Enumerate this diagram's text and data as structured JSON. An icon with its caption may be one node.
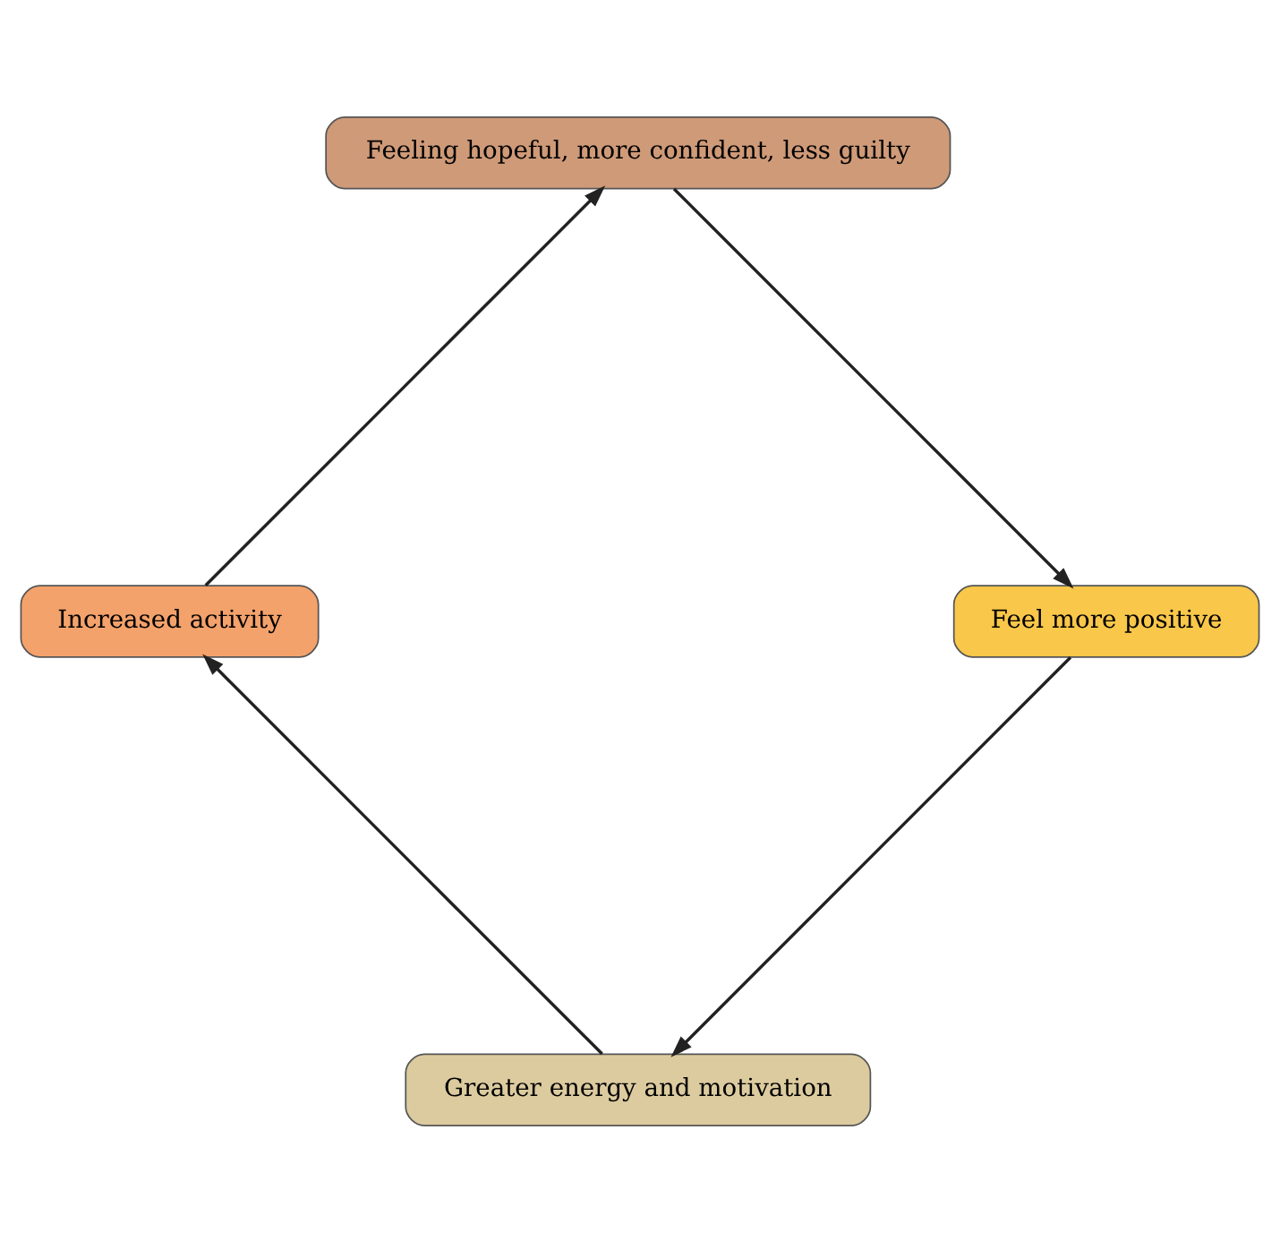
{
  "diagram": {
    "nodes": [
      {
        "text": [
          "Greater energy and motivation"
        ]
      },
      {
        "text": [
          "Increased activity"
        ]
      },
      {
        "text": [
          "Feeling hopeful, more confident, less guilty"
        ]
      },
      {
        "text": [
          "Feel more positive"
        ]
      }
    ],
    "edges": [
      {
        "from": 0,
        "to": 1,
        "arrow": "to"
      },
      {
        "from": 1,
        "to": 2,
        "arrow": "to"
      },
      {
        "from": 2,
        "to": 3,
        "arrow": "to"
      },
      {
        "from": 3,
        "to": 0,
        "arrow": "to"
      }
    ]
  }
}
